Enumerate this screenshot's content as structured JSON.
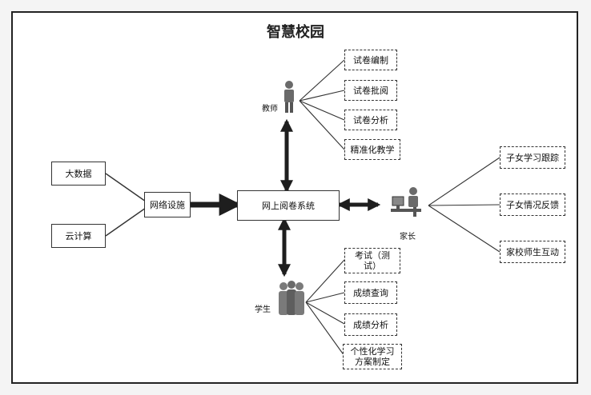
{
  "title": "智慧校园",
  "core": {
    "system": "网上阅卷系统",
    "network": "网络设施"
  },
  "inputs": [
    "大数据",
    "云计算"
  ],
  "teacher": {
    "label": "教师",
    "items": [
      "试卷编制",
      "试卷批阅",
      "试卷分析",
      "精准化教学"
    ]
  },
  "student": {
    "label": "学生",
    "items": [
      "考试（测试）",
      "成绩查询",
      "成绩分析",
      "个性化学习方案制定"
    ]
  },
  "parent": {
    "label": "家长",
    "items": [
      "子女学习跟踪",
      "子女情况反馈",
      "家校师生互动"
    ]
  },
  "colors": {
    "stroke": "#333333",
    "arrow": "#1e1e1e",
    "figure": "#6a6a6a"
  }
}
